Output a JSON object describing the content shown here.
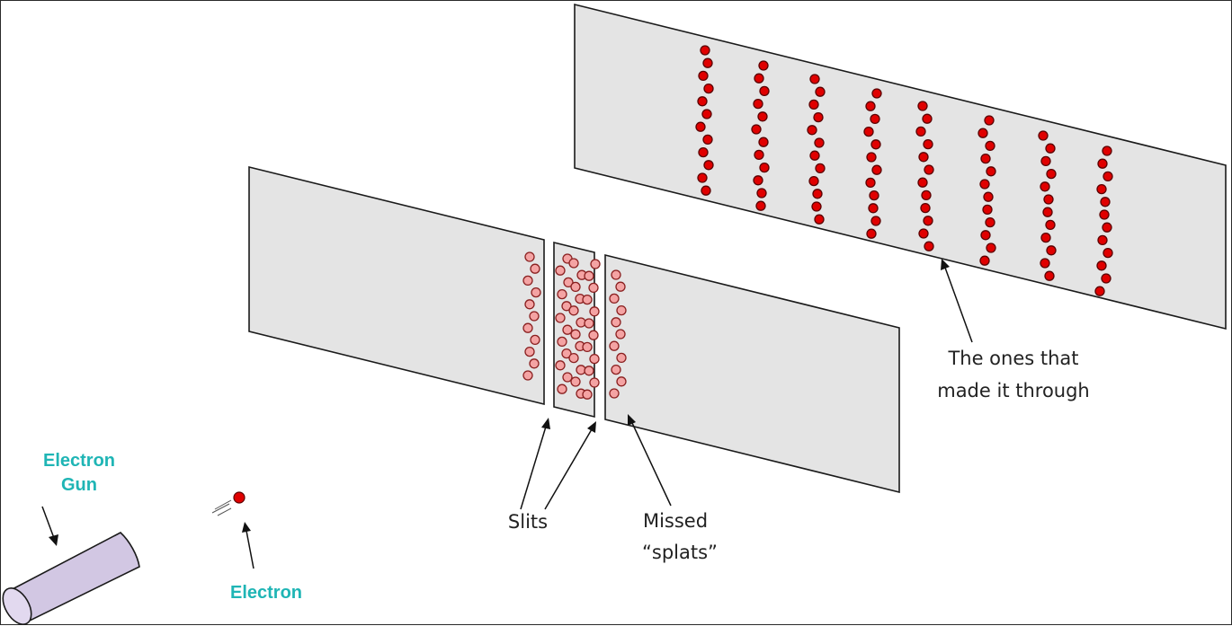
{
  "labels": {
    "electron_gun": [
      "Electron",
      "Gun"
    ],
    "electron": "Electron",
    "slits": "Slits",
    "missed_splats": [
      "Missed",
      "“splats”"
    ],
    "made_it_through": [
      "The ones that",
      "made it through"
    ]
  },
  "colors": {
    "label_accent": "#1fb5b5",
    "panel_fill": "#e4e4e4",
    "hit_dot": "#e00000",
    "missed_dot": "#f4a3a3",
    "gun_fill": "#d2c7e3"
  },
  "diagram": {
    "screen_dot_columns": 8,
    "missed_splat_columns": 5
  }
}
